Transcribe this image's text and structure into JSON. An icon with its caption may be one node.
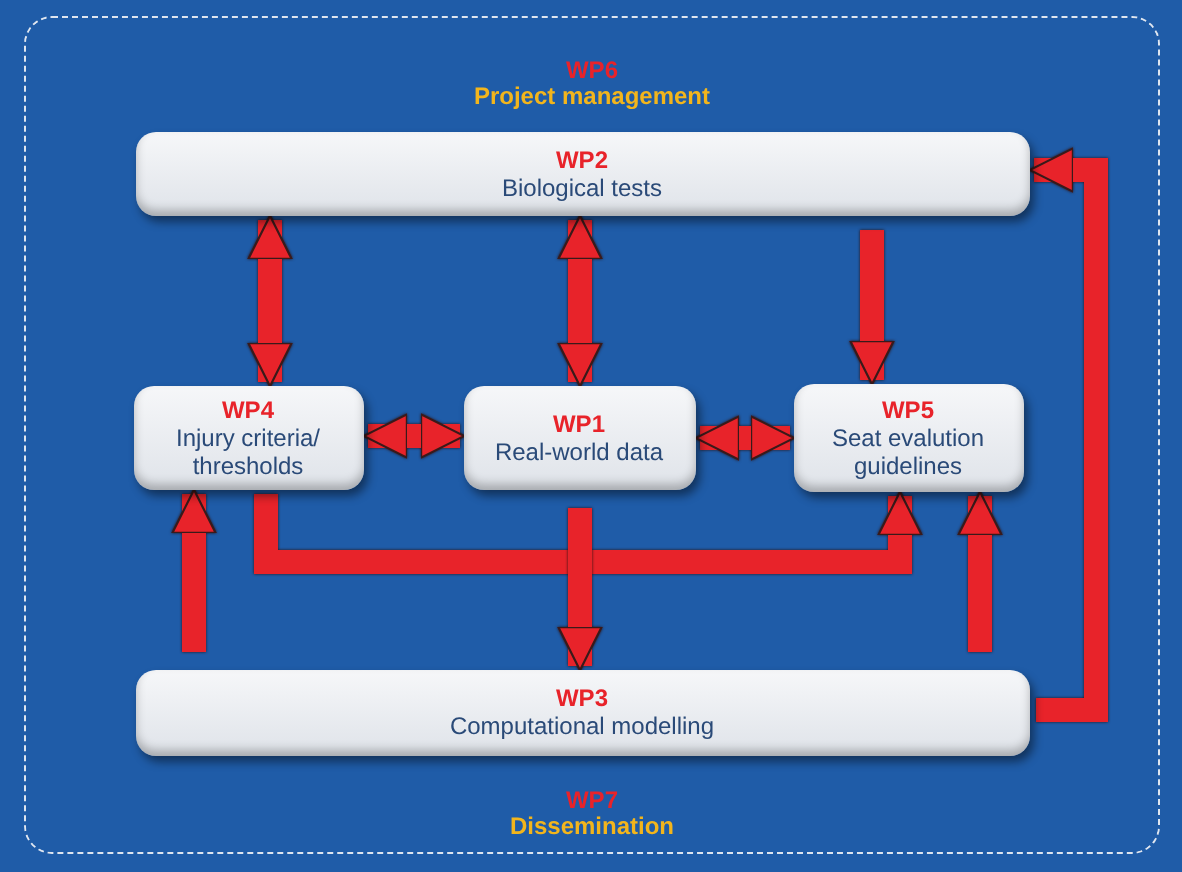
{
  "diagram": {
    "nodes": [
      {
        "text": [
          "WP6",
          "Project management"
        ]
      },
      {
        "text": [
          "WP2",
          "Biological tests"
        ],
        "in": 0
      },
      {
        "text": [
          "WP4",
          "Injury criteria/ thresholds"
        ],
        "in": 0
      },
      {
        "text": [
          "WP1",
          "Real-world data"
        ],
        "in": 0
      },
      {
        "text": [
          "WP5",
          "Seat evalution guidelines"
        ],
        "in": 0
      },
      {
        "text": [
          "WP3",
          "Computational modelling"
        ],
        "in": 0
      }
    ],
    "edges": [
      {
        "from": 1,
        "to": 2,
        "arrow": "both"
      },
      {
        "from": 1,
        "to": 3,
        "arrow": "both"
      },
      {
        "from": 1,
        "to": 4,
        "arrow": "to"
      },
      {
        "from": 2,
        "to": 3,
        "arrow": "both"
      },
      {
        "from": 3,
        "to": 4,
        "arrow": "both"
      },
      {
        "from": 2,
        "to": 4,
        "arrow": "to"
      },
      {
        "from": 3,
        "to": 5,
        "arrow": "to"
      },
      {
        "from": 5,
        "to": 2,
        "arrow": "to"
      },
      {
        "from": 5,
        "to": 4,
        "arrow": "to"
      },
      {
        "from": 5,
        "to": 1,
        "arrow": "to"
      }
    ],
    "labels": [
      "WP7",
      "Dissemination"
    ]
  }
}
